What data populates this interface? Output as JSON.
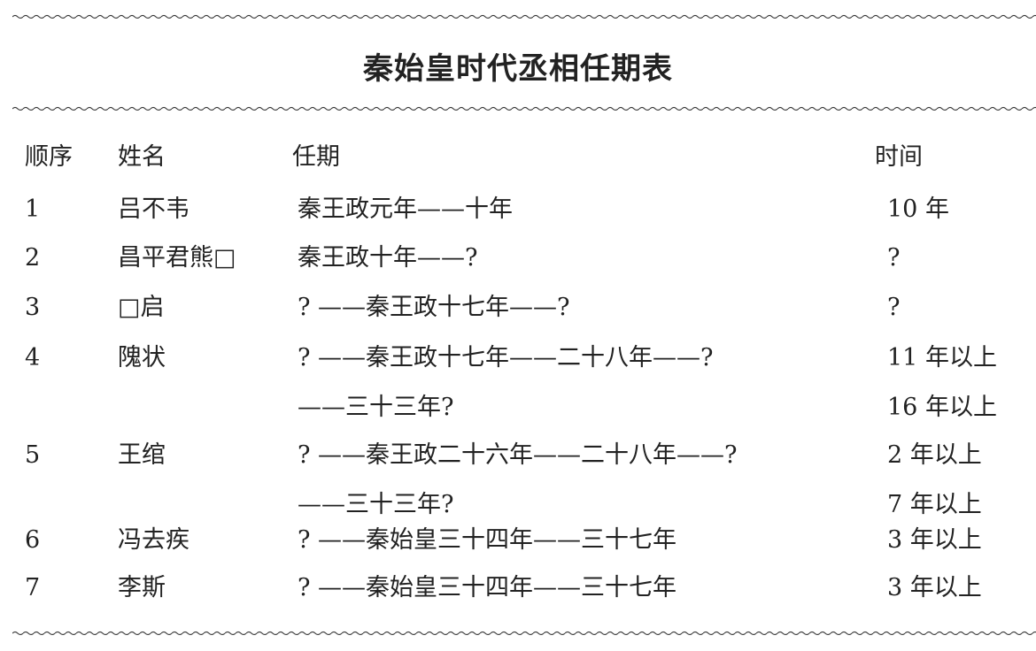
{
  "title": "秦始皇时代丞相任期表",
  "headers": [
    "顺序",
    "姓名",
    "任期",
    "时间"
  ],
  "rows": [
    {
      "no": "1",
      "name": "吕不韦",
      "tenure": [
        "秦王政元年——十年"
      ],
      "time": [
        "10 年"
      ]
    },
    {
      "no": "2",
      "name": "昌平君熊□",
      "tenure": [
        "秦王政十年——?"
      ],
      "time": [
        "?"
      ]
    },
    {
      "no": "3",
      "name": "□启",
      "tenure": [
        "? ——秦王政十七年——?"
      ],
      "time": [
        "?"
      ]
    },
    {
      "no": "4",
      "name": "隗状",
      "tenure": [
        "? ——秦王政十七年——二十八年——?",
        "——三十三年?"
      ],
      "time": [
        "11 年以上",
        "16 年以上"
      ]
    },
    {
      "no": "5",
      "name": "王绾",
      "tenure": [
        "? ——秦王政二十六年——二十八年——?",
        "——三十三年?"
      ],
      "time": [
        "2 年以上",
        "7 年以上"
      ]
    },
    {
      "no": "6",
      "name": "冯去疾",
      "tenure": [
        "? ——秦始皇三十四年——三十七年"
      ],
      "time": [
        "3 年以上"
      ]
    },
    {
      "no": "7",
      "name": "李斯",
      "tenure": [
        "? ——秦始皇三十四年——三十七年"
      ],
      "time": [
        "3 年以上"
      ]
    }
  ]
}
